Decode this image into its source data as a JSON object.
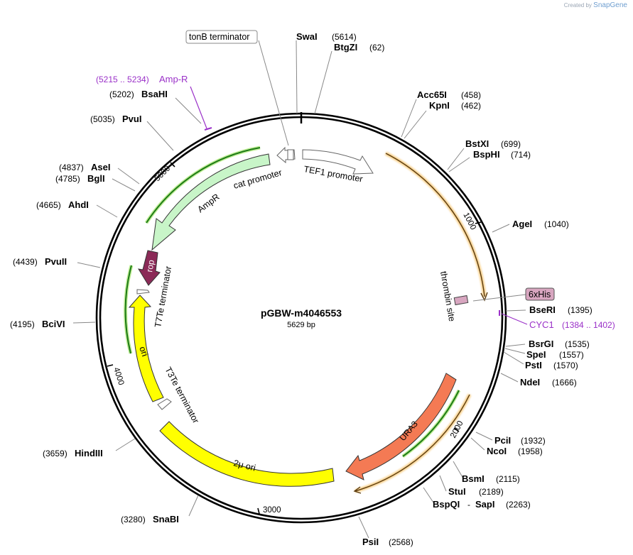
{
  "credit": {
    "prefix": "Created by",
    "brand": "SnapGene"
  },
  "plasmid": {
    "name": "pGBW-m4046553",
    "length_label": "5629 bp"
  },
  "ticks": [
    "1000",
    "2000",
    "3000",
    "4000",
    "5000"
  ],
  "features": {
    "tonB": "tonB terminator",
    "tef1": "TEF1 promoter",
    "cat": "cat promoter",
    "ampr": "AmpR",
    "rop": "rop",
    "t7te": "T7Te terminator",
    "ori": "ori",
    "t3te": "T3Te terminator",
    "twomu": "2μ ori",
    "ura3": "URA3",
    "thrombin": "thrombin site",
    "his": "6xHis"
  },
  "primers": {
    "ampr": {
      "range": "(5215 .. 5234)",
      "name": "Amp-R"
    },
    "cyc1": {
      "name": "CYC1",
      "range": "(1384 .. 1402)"
    }
  },
  "sites": {
    "swai": {
      "name": "SwaI",
      "pos": "(5614)"
    },
    "btgzi": {
      "name": "BtgZI",
      "pos": "(62)"
    },
    "acc65i": {
      "name": "Acc65I",
      "pos": "(458)"
    },
    "kpni": {
      "name": "KpnI",
      "pos": "(462)"
    },
    "bstxi": {
      "name": "BstXI",
      "pos": "(699)"
    },
    "bsphi": {
      "name": "BspHI",
      "pos": "(714)"
    },
    "agei": {
      "name": "AgeI",
      "pos": "(1040)"
    },
    "beseri": {
      "name": "BseRI",
      "pos": "(1395)"
    },
    "bsrgi": {
      "name": "BsrGI",
      "pos": "(1535)"
    },
    "spei": {
      "name": "SpeI",
      "pos": "(1557)"
    },
    "psti": {
      "name": "PstI",
      "pos": "(1570)"
    },
    "ndei": {
      "name": "NdeI",
      "pos": "(1666)"
    },
    "pcii": {
      "name": "PciI",
      "pos": "(1932)"
    },
    "ncoi": {
      "name": "NcoI",
      "pos": "(1958)"
    },
    "bsmi": {
      "name": "BsmI",
      "pos": "(2115)"
    },
    "stui": {
      "name": "StuI",
      "pos": "(2189)"
    },
    "bspqi": {
      "name": "BspQI",
      "sep": "-",
      "name2": "SapI",
      "pos": "(2263)"
    },
    "psii": {
      "name": "PsiI",
      "pos": "(2568)"
    },
    "snabi": {
      "name": "SnaBI",
      "pos": "(3280)"
    },
    "hindiii": {
      "name": "HindIII",
      "pos": "(3659)"
    },
    "bclvi": {
      "name": "BciVI",
      "pos": "(4195)"
    },
    "pvuii": {
      "name": "PvuII",
      "pos": "(4439)"
    },
    "ahdi": {
      "name": "AhdI",
      "pos": "(4665)"
    },
    "bgli": {
      "name": "BglI",
      "pos": "(4785)"
    },
    "asei": {
      "name": "AseI",
      "pos": "(4837)"
    },
    "pvui": {
      "name": "PvuI",
      "pos": "(5035)"
    },
    "bsahi": {
      "name": "BsaHI",
      "pos": "(5202)"
    }
  },
  "colors": {
    "ampr": "#c8f5c8",
    "rop": "#8b2a57",
    "ori": "#ffff00",
    "ura3": "#f47a54",
    "promoter": "#ffffff",
    "primer_binding": "#1d7a16",
    "orf_glow": "#f5c46d",
    "his": "#d8a6c0"
  }
}
